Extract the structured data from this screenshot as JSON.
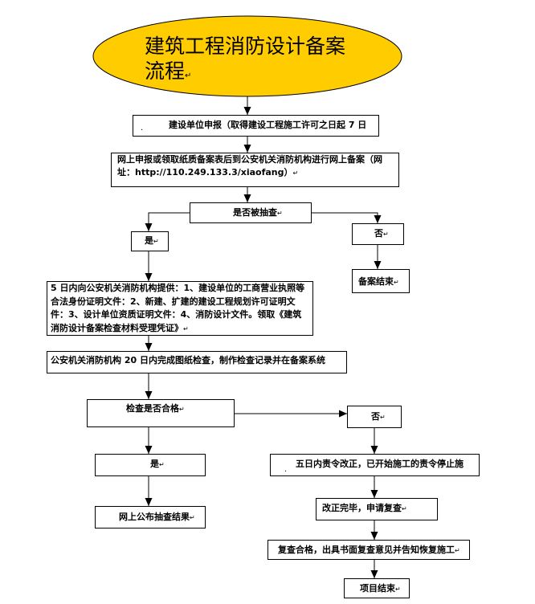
{
  "title": {
    "line1": "建筑工程消防设计备案",
    "line2": "流程"
  },
  "marks": {
    "paragraph": "↵",
    "dot": "."
  },
  "nodes": {
    "apply": "建设单位申报（取得建设工程施工许可之日起 7 日",
    "online_filing": [
      "网上申报或领取纸质备案表后到公安机关消防机构进行网上备案（网",
      "址：http://110.249.133.3/xiaofang）"
    ],
    "spot_check_question": "是否被抽查",
    "spot_check_yes": "是",
    "spot_check_no": "否",
    "filing_end": "备案结束",
    "submit_documents": [
      "5 日内向公安机关消防机构提供：1、建设单位的工商营业执照等",
      "合法身份证明文件：2、新建、扩建的建设工程规划许可证明文",
      "件：3、设计单位资质证明文件：4、消防设计文件。领取《建筑",
      "消防设计备案检查材料受理凭证》"
    ],
    "drawing_review": "公安机关消防机构 20 日内完成图纸检查，制作检查记录并在备案系统",
    "qualified_question": "检查是否合格",
    "qualified_no": "否",
    "qualified_yes": "是",
    "rectify_order": "五日内责令改正，已开始施工的责令停止施",
    "publish_result": "网上公布抽查结果",
    "rectified_recheck": "改正完毕，申请复查",
    "recheck_passed": "复查合格，出具书面复查意见并告知恢复施工",
    "project_end": "项目结束"
  },
  "colors": {
    "ellipse_fill": "#FFCC00",
    "line": "#000000",
    "background": "#FFFFFF"
  }
}
